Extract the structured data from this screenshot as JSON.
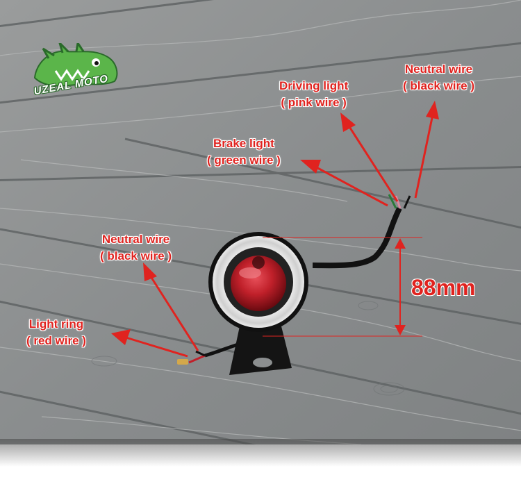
{
  "logo": {
    "text": "UZEAL MOTO"
  },
  "labels": {
    "neutral_top_line1": "Neutral wire",
    "neutral_top_line2": "( black wire )",
    "driving_line1": "Driving light",
    "driving_line2": "( pink wire )",
    "brake_line1": "Brake light",
    "brake_line2": "( green wire )",
    "neutral_left_line1": "Neutral wire",
    "neutral_left_line2": "( black wire )",
    "ring_line1": "Light ring",
    "ring_line2": "( red wire )"
  },
  "dimension": {
    "value": "88mm"
  },
  "colors": {
    "annotation_red": "#e0231f",
    "wood_gray": "#8c8f90",
    "logo_green": "#5bb54a"
  }
}
